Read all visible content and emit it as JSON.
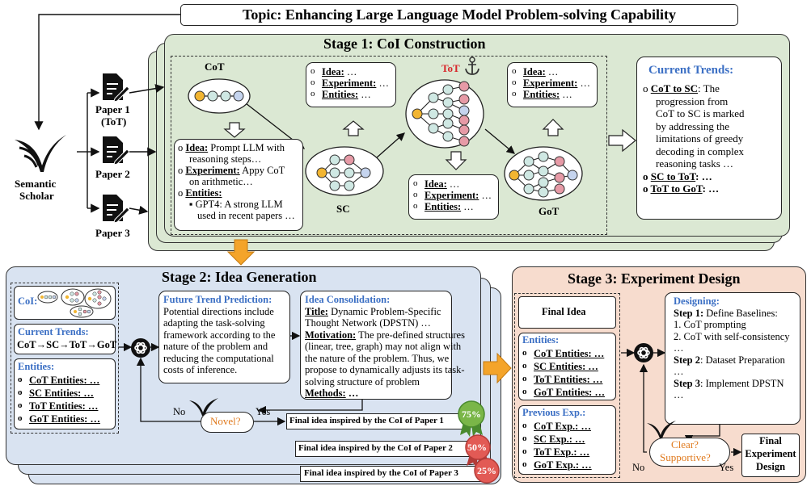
{
  "topic": "Topic: Enhancing Large Language Model Problem-solving Capability",
  "source": {
    "line1": "Semantic",
    "line2": "Scholar"
  },
  "papers": [
    {
      "line1": "Paper 1",
      "line2": "(ToT)"
    },
    {
      "line1": "Paper 2",
      "line2": ""
    },
    {
      "line1": "Paper 3",
      "line2": ""
    }
  ],
  "stage1": {
    "title": "Stage 1: CoI Construction",
    "nodes": {
      "cot": "CoT",
      "sc": "SC",
      "tot": "ToT",
      "got": "GoT"
    },
    "cot_card": {
      "idea_label": "Idea:",
      "idea_text": " Prompt LLM with",
      "idea_text2": "reasoning steps…",
      "exp_label": "Experiment:",
      "exp_text": " Appy CoT",
      "exp_text2": "on arithmetic…",
      "ent_label": "Entities:",
      "ent_item": "GPT4: A strong LLM",
      "ent_item2": "used in recent papers …"
    },
    "small_card": {
      "idea": "Idea:",
      "experiment": "Experiment:",
      "entities": "Entities:",
      "ellipsis": " …"
    },
    "trends": {
      "title": "Current Trends:",
      "items": [
        {
          "label": "CoT to SC",
          "text1": ": The",
          "lines": [
            "progression from",
            "CoT to SC is marked",
            "by addressing the",
            "limitations of greedy",
            "decoding in complex",
            "reasoning tasks …"
          ]
        },
        {
          "label": "SC to ToT",
          "text1": ": …"
        },
        {
          "label": "ToT to GoT",
          "text1": ": …"
        }
      ]
    }
  },
  "stage2": {
    "title": "Stage 2: Idea Generation",
    "coi_label": "CoI:",
    "trends_label": "Current Trends:",
    "trends_chain": "CoT→SC→ToT→GoT",
    "entities_label": "Entities:",
    "entities": [
      "CoT Entities: …",
      "SC Entities: …",
      "ToT Entities: …",
      "GoT Entities: …"
    ],
    "future": {
      "title": "Future Trend Prediction:",
      "lines": [
        "Potential directions include",
        "adapting the task-solving",
        "framework according to the",
        "nature of the problem and",
        "reducing the computational",
        "costs of inference."
      ]
    },
    "consolidation": {
      "title": "Idea Consolidation:",
      "title_label": "Title:",
      "title_text": " Dynamic Problem-Specific",
      "title_text2": "Thought Network (DPSTN) …",
      "motivation_label": "Motivation:",
      "motivation_text": " The pre-defined structures",
      "motivation_lines": [
        "(linear, tree, graph) may not align with",
        "the nature of the problem. Thus, we",
        "propose to dynamically adjusts its task-",
        "solving structure of problem"
      ],
      "methods_label": "Methods:",
      "methods_text": " …"
    },
    "novel": "Novel?",
    "no": "No",
    "yes": "Yes",
    "final_ideas": [
      {
        "text": "Final idea inspired by the CoI of Paper 1",
        "pct": "75%"
      },
      {
        "text": "Final idea inspired by the CoI of Paper 2",
        "pct": "50%"
      },
      {
        "text": "Final idea inspired by the CoI of Paper 3",
        "pct": "25%"
      }
    ]
  },
  "stage3": {
    "title": "Stage 3: Experiment Design",
    "final_idea": "Final Idea",
    "entities_label": "Entities:",
    "entities": [
      "CoT Entities: …",
      "SC Entities: …",
      "ToT Entities: …",
      "GoT Entities: …"
    ],
    "prev_label": "Previous Exp.:",
    "prev": [
      "CoT Exp.: …",
      "SC Exp.: …",
      "ToT Exp.: …",
      "GoT Exp.: …"
    ],
    "designing": {
      "title": "Designing:",
      "step1": "Step 1:",
      "step1_text": " Define Baselines:",
      "l1": "1. CoT prompting",
      "l2": "2. CoT with self-consistency",
      "dots1": "…",
      "step2": "Step 2",
      "step2_text": ": Dataset Preparation",
      "dots2": "…",
      "step3": "Step 3",
      "step3_text": ": Implement DPSTN",
      "dots3": "…"
    },
    "clear": "Clear?",
    "supportive": "Supportive?",
    "no": "No",
    "yes": "Yes",
    "final_design": [
      "Final",
      "Experiment",
      "Design"
    ]
  },
  "colors": {
    "stage1_bg": "#dbe8d3",
    "stage2_bg": "#d9e3f1",
    "stage3_bg": "#f7dcce",
    "accent_orange": "#f4a42a",
    "accent_blue": "#3b6fc4",
    "node_yellow": "#f2b531",
    "node_teal": "#cfe8e3",
    "node_blue": "#c5d4ee",
    "node_pink": "#e69aa6"
  }
}
